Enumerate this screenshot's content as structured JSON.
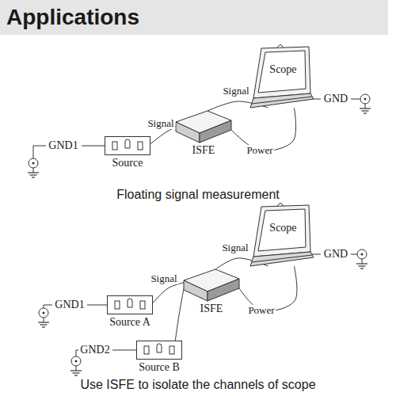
{
  "diagram": {
    "title": "Applications",
    "nodes": [
      {
        "text": [
          "Scope"
        ]
      },
      {
        "text": [
          "ISFE"
        ]
      },
      {
        "text": [
          "Source"
        ]
      },
      {
        "text": [
          "Scope"
        ]
      },
      {
        "text": [
          "ISFE"
        ]
      },
      {
        "text": [
          "Source A"
        ]
      },
      {
        "text": [
          "Source B"
        ]
      }
    ],
    "edges": [
      {
        "from": 2,
        "to": 1,
        "label": "Signal",
        "arrow": "none"
      },
      {
        "from": 1,
        "to": 0,
        "label": "Signal",
        "arrow": "none"
      },
      {
        "from": 1,
        "to": 0,
        "label": "Power",
        "arrow": "none"
      },
      {
        "from": 5,
        "to": 4,
        "label": "Signal",
        "arrow": "none"
      },
      {
        "from": 4,
        "to": 3,
        "label": "Signal",
        "arrow": "none"
      },
      {
        "from": 4,
        "to": 3,
        "label": "Power",
        "arrow": "none"
      },
      {
        "from": 6,
        "to": 4,
        "arrow": "none"
      }
    ],
    "labels": [
      "GND1",
      "GND",
      "Floating signal measurement",
      "GND",
      "GND1",
      "GND2",
      "Use ISFE to isolate the channels of scope"
    ]
  }
}
